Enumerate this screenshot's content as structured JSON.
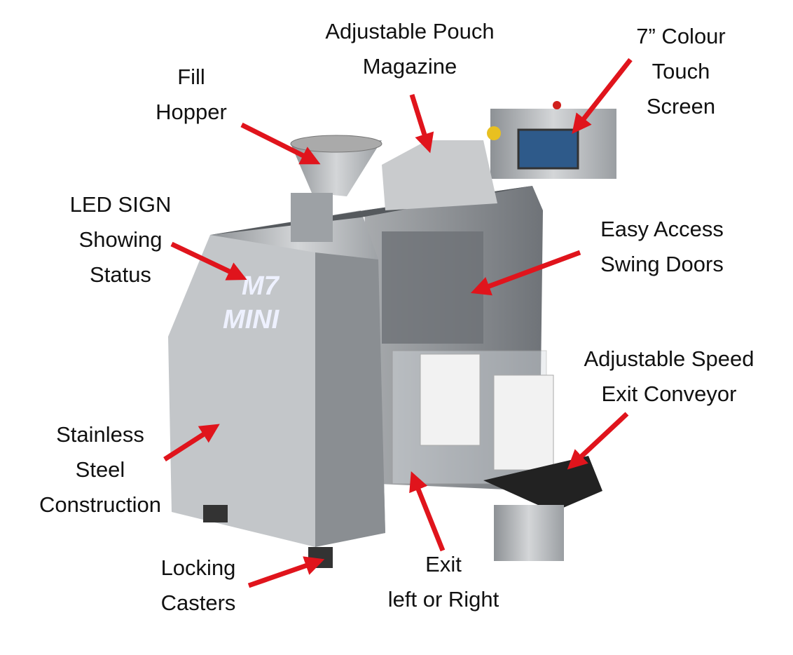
{
  "labels": {
    "pouch_magazine": [
      "Adjustable Pouch",
      "Magazine"
    ],
    "touch_screen": [
      "7” Colour",
      "Touch",
      "Screen"
    ],
    "fill_hopper": [
      "Fill",
      "Hopper"
    ],
    "led_sign": [
      "LED SIGN",
      "Showing",
      "Status"
    ],
    "swing_doors": [
      "Easy Access",
      "Swing Doors"
    ],
    "exit_conveyor": [
      "Adjustable Speed",
      "Exit Conveyor"
    ],
    "stainless": [
      "Stainless",
      "Steel",
      "Construction"
    ],
    "casters": [
      "Locking",
      "Casters"
    ],
    "exit": [
      "Exit",
      "left or Right"
    ]
  },
  "led_text": [
    "M7",
    "MINI"
  ],
  "colors": {
    "arrow": "#e0141c",
    "steel": "#b9bcbf",
    "led": "#e8ecff"
  }
}
